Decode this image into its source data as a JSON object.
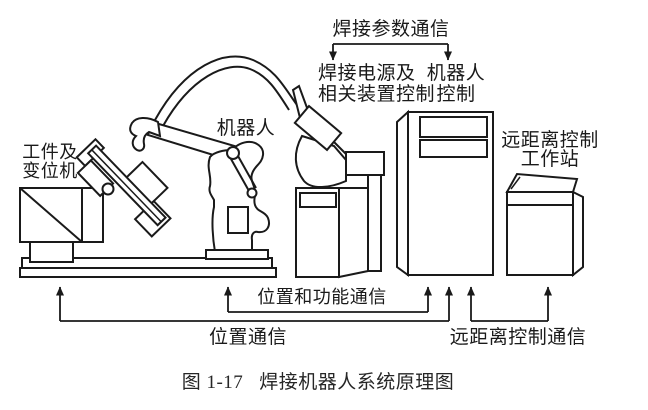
{
  "labels": {
    "welding_param_comm": "焊接参数通信",
    "power_device_line1": "焊接电源及",
    "power_device_line2": "相关装置控制",
    "robot_ctrl_line1": "机器人",
    "robot_ctrl_line2": "控制",
    "robot": "机器人",
    "workpiece_line1": "工件及",
    "workpiece_line2": "变位机",
    "workstation_line1": "远距离控制",
    "workstation_line2": "工作站",
    "pos_func_comm": "位置和功能通信",
    "pos_comm": "位置通信",
    "remote_ctrl_comm": "远距离控制通信"
  },
  "caption": {
    "number": "图 1-17",
    "title": "焊接机器人系统原理图"
  },
  "colors": {
    "line": "#1a1a1a",
    "background": "#ffffff",
    "text": "#1a1a1a"
  }
}
